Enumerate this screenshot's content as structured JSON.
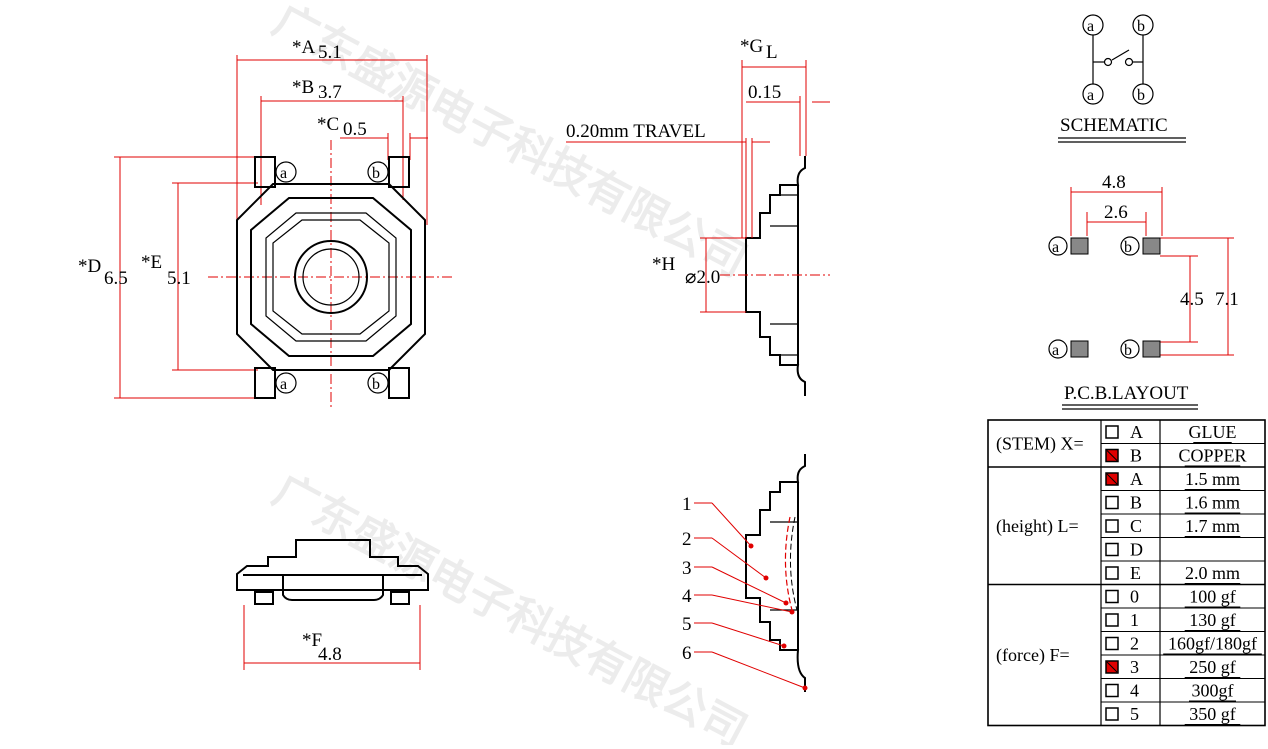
{
  "watermark_text": "广东盛源电子科技有限公司",
  "top_view": {
    "dimensions": [
      {
        "key": "A",
        "label": "*A",
        "value": "5.1"
      },
      {
        "key": "B",
        "label": "*B",
        "value": "3.7"
      },
      {
        "key": "C",
        "label": "*C",
        "value": "0.5"
      },
      {
        "key": "D",
        "label": "*D",
        "value": "6.5"
      },
      {
        "key": "E",
        "label": "*E",
        "value": "5.1"
      }
    ],
    "terminal_labels": [
      "a",
      "b",
      "a",
      "b"
    ]
  },
  "front_view": {
    "dimension_label": "*F",
    "dimension_value": "4.8"
  },
  "side_view": {
    "g_label": "*G",
    "l_label": "L",
    "offset": "0.15",
    "travel": "0.20mm TRAVEL",
    "h_label": "*H",
    "diameter": "⌀2.0"
  },
  "parts_view": {
    "callouts": [
      "1",
      "2",
      "3",
      "4",
      "5",
      "6"
    ]
  },
  "schematic": {
    "title": "SCHEMATIC",
    "terminals": [
      "a",
      "b",
      "a",
      "b"
    ]
  },
  "pcb_layout": {
    "title": "P.C.B.LAYOUT",
    "dimensions": [
      "4.8",
      "2.6",
      "4.5",
      "7.1"
    ],
    "pads": [
      "a",
      "b",
      "a",
      "b"
    ]
  },
  "options_table": {
    "groups": [
      {
        "label": "(STEM) X=",
        "rows": [
          {
            "code": "A",
            "value": "GLUE",
            "selected": false
          },
          {
            "code": "B",
            "value": "COPPER",
            "selected": true
          }
        ]
      },
      {
        "label": "(height)  L=",
        "rows": [
          {
            "code": "A",
            "value": "1.5 mm",
            "selected": true
          },
          {
            "code": "B",
            "value": "1.6 mm",
            "selected": false
          },
          {
            "code": "C",
            "value": "1.7 mm",
            "selected": false
          },
          {
            "code": "D",
            "value": "",
            "selected": false
          },
          {
            "code": "E",
            "value": "2.0 mm",
            "selected": false
          }
        ]
      },
      {
        "label": "(force) F=",
        "rows": [
          {
            "code": "0",
            "value": "100 gf",
            "selected": false
          },
          {
            "code": "1",
            "value": "130 gf",
            "selected": false
          },
          {
            "code": "2",
            "value": "160gf/180gf",
            "selected": false
          },
          {
            "code": "3",
            "value": "250 gf",
            "selected": true
          },
          {
            "code": "4",
            "value": "300gf",
            "selected": false
          },
          {
            "code": "5",
            "value": "350 gf",
            "selected": false
          }
        ]
      }
    ]
  },
  "colors": {
    "dimension": "#e00000",
    "outline": "#000000",
    "checked": "#e00000"
  }
}
